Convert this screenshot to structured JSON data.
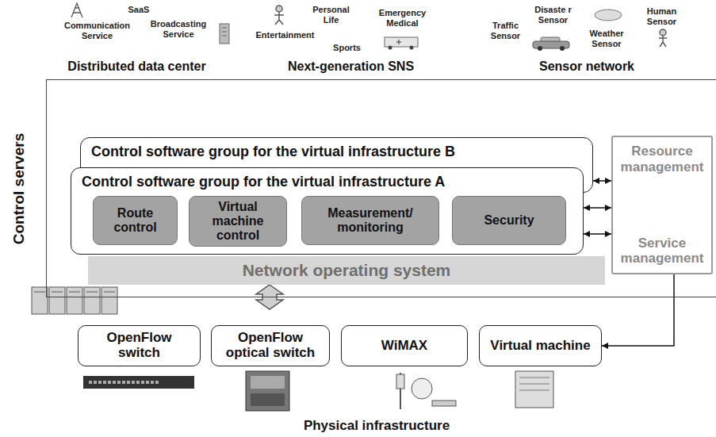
{
  "diagram": {
    "nodes": [
      {
        "text": [
          "SaaS",
          "Communication Service",
          "Broadcasting Service",
          "Distributed data center"
        ]
      },
      {
        "text": [
          "Personal Life",
          "Emergency Medical",
          "Entertainment",
          "Sports",
          "Next-generation SNS"
        ]
      },
      {
        "text": [
          "Disaste r Sensor",
          "Human Sensor",
          "Traffic Sensor",
          "Weather Sensor",
          "Sensor network"
        ]
      },
      {
        "text": [
          "Control servers"
        ]
      },
      {
        "text": [
          "Control software group for the virtual infrastructure B"
        ],
        "in": 3
      },
      {
        "text": [
          "Control software group for the virtual infrastructure A"
        ],
        "in": 3
      },
      {
        "text": [
          "Route control"
        ],
        "in": 5
      },
      {
        "text": [
          "Virtual machine control"
        ],
        "in": 5
      },
      {
        "text": [
          "Measurement/ monitoring"
        ],
        "in": 5
      },
      {
        "text": [
          "Security"
        ],
        "in": 5
      },
      {
        "text": [
          "Resource management",
          "Service management"
        ],
        "in": 3
      },
      {
        "text": [
          "Network operating system"
        ],
        "in": 3
      },
      {
        "text": [
          "Physical infrastructure"
        ]
      },
      {
        "text": [
          "OpenFlow switch"
        ],
        "in": 12
      },
      {
        "text": [
          "OpenFlow optical switch"
        ],
        "in": 12
      },
      {
        "text": [
          "WiMAX"
        ],
        "in": 12
      },
      {
        "text": [
          "Virtual machine"
        ],
        "in": 12
      }
    ],
    "edges": [
      {
        "from": 4,
        "to": 10,
        "arrow": "both"
      },
      {
        "from": 5,
        "to": 10,
        "arrow": "both"
      },
      {
        "from": 5,
        "to": 10,
        "arrow": "both"
      },
      {
        "from": 11,
        "to": 12,
        "arrow": "both"
      },
      {
        "from": 10,
        "to": 16,
        "arrow": "to"
      }
    ]
  }
}
